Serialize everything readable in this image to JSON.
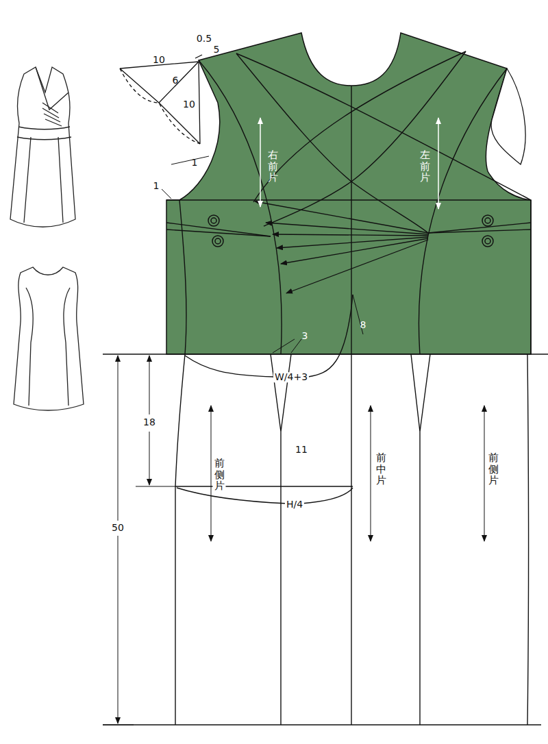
{
  "diagram": {
    "labels": [
      "0.5",
      "5",
      "10",
      "6",
      "10",
      "1",
      "1",
      "右前片",
      "左前片",
      "3",
      "8",
      "W/4+3",
      "18",
      "11",
      "前侧片",
      "前中片",
      "前侧片",
      "50",
      "H/4"
    ]
  }
}
